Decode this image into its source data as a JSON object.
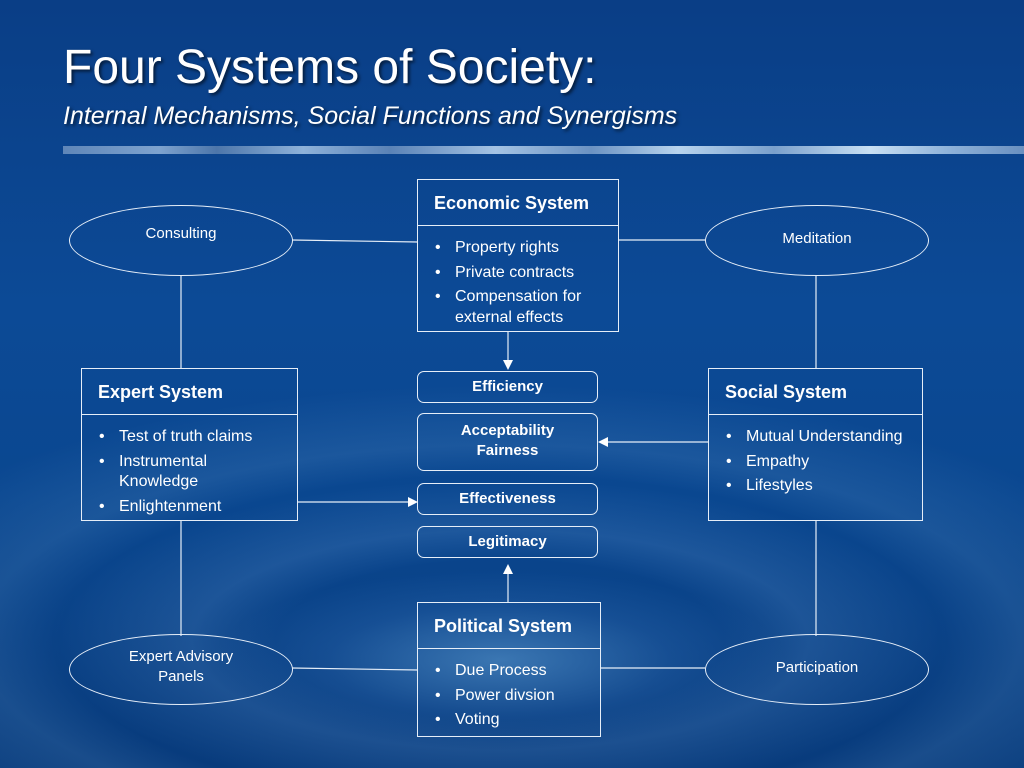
{
  "title": "Four Systems of Society:",
  "subtitle": "Internal Mechanisms, Social Functions and Synergisms",
  "economic": {
    "heading": "Economic System",
    "items": [
      "Property rights",
      "Private contracts",
      "Compensation for external effects"
    ]
  },
  "expert": {
    "heading": "Expert System",
    "items": [
      "Test of truth claims",
      "Instrumental Knowledge",
      "Enlightenment"
    ]
  },
  "social": {
    "heading": "Social System",
    "items": [
      "Mutual Understanding",
      "Empathy",
      "Lifestyles"
    ]
  },
  "political": {
    "heading": "Political System",
    "items": [
      "Due Process",
      "Power divsion",
      "Voting"
    ]
  },
  "functions": {
    "efficiency": "Efficiency",
    "acceptability": "Acceptability",
    "fairness": "Fairness",
    "effectiveness": "Effectiveness",
    "legitimacy": "Legitimacy"
  },
  "ellipses": {
    "consulting": "Consulting",
    "meditation": "Meditation",
    "expert_advisory_1": "Expert Advisory",
    "expert_advisory_2": "Panels",
    "participation": "Participation"
  }
}
